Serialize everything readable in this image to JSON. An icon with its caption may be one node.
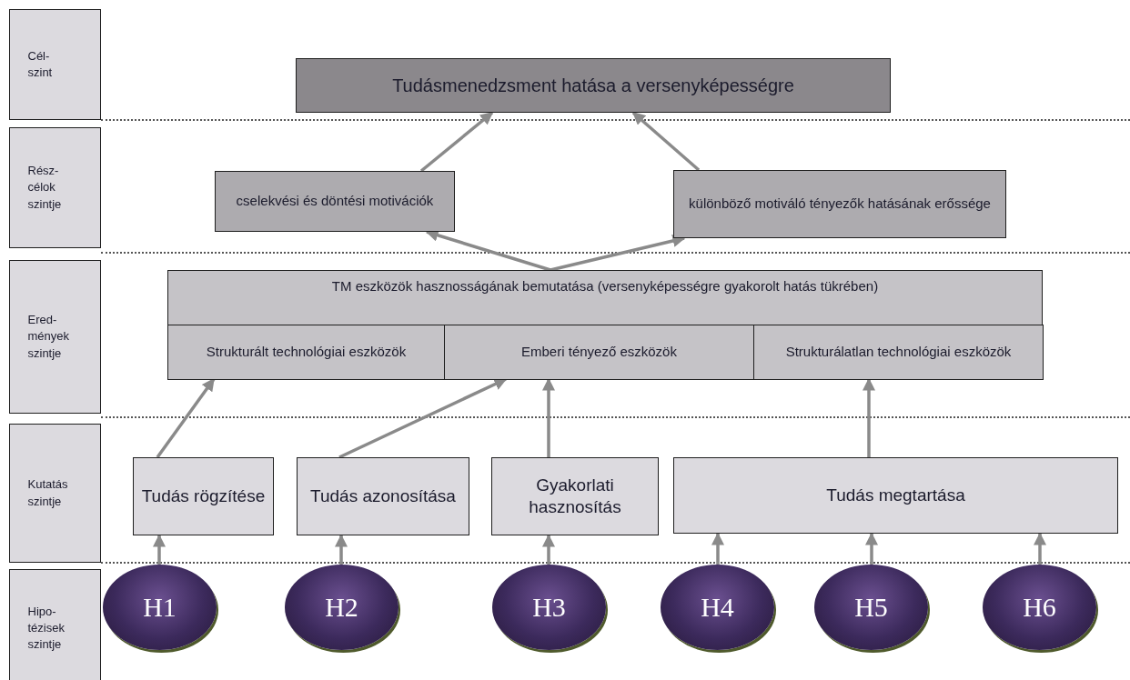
{
  "diagram": {
    "nodes": [
      {
        "text": [
          "Cél- szint"
        ]
      },
      {
        "text": [
          "Rész- célok szintje"
        ]
      },
      {
        "text": [
          "Ered- mények szintje"
        ]
      },
      {
        "text": [
          "Kutatás szintje"
        ]
      },
      {
        "text": [
          "Hipo- tézisek szintje"
        ]
      },
      {
        "text": [
          "Tudásmenedzsment hatása a versenyképességre"
        ]
      },
      {
        "text": [
          "cselekvési és döntési motivációk"
        ]
      },
      {
        "text": [
          "különböző motiváló tényezők hatásának erőssége"
        ]
      },
      {
        "text": [
          "TM eszközök hasznosságának bemutatása (versenyképességre gyakorolt hatás tükrében)"
        ]
      },
      {
        "text": [
          "Strukturált technológiai eszközök"
        ],
        "in": 8
      },
      {
        "text": [
          "Emberi tényező eszközök"
        ],
        "in": 8
      },
      {
        "text": [
          "Strukturálatlan technológiai eszközök"
        ],
        "in": 8
      },
      {
        "text": [
          "Tudás rögzítése"
        ]
      },
      {
        "text": [
          "Tudás azonosítása"
        ]
      },
      {
        "text": [
          "Gyakorlati hasznosítás"
        ]
      },
      {
        "text": [
          "Tudás megtartása"
        ]
      },
      {
        "text": [
          "H1"
        ]
      },
      {
        "text": [
          "H2"
        ]
      },
      {
        "text": [
          "H3"
        ]
      },
      {
        "text": [
          "H4"
        ]
      },
      {
        "text": [
          "H5"
        ]
      },
      {
        "text": [
          "H6"
        ]
      }
    ],
    "edges": [
      {
        "from": 6,
        "to": 5,
        "arrow": "to"
      },
      {
        "from": 7,
        "to": 5,
        "arrow": "to"
      },
      {
        "from": 8,
        "to": 6,
        "arrow": "to"
      },
      {
        "from": 8,
        "to": 7,
        "arrow": "to"
      },
      {
        "from": 12,
        "to": 9,
        "arrow": "to"
      },
      {
        "from": 13,
        "to": 10,
        "arrow": "to"
      },
      {
        "from": 14,
        "to": 10,
        "arrow": "to"
      },
      {
        "from": 15,
        "to": 11,
        "arrow": "to"
      },
      {
        "from": 16,
        "to": 12,
        "arrow": "to"
      },
      {
        "from": 17,
        "to": 13,
        "arrow": "to"
      },
      {
        "from": 18,
        "to": 14,
        "arrow": "to"
      },
      {
        "from": 19,
        "to": 15,
        "arrow": "to"
      },
      {
        "from": 20,
        "to": 15,
        "arrow": "to"
      },
      {
        "from": 21,
        "to": 15,
        "arrow": "to"
      }
    ]
  }
}
